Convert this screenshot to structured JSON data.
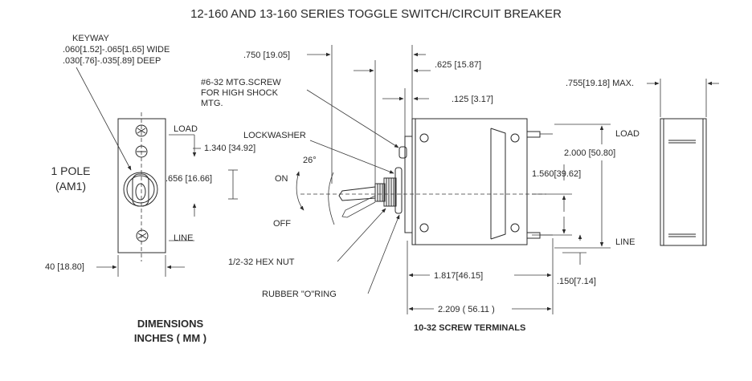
{
  "title": "12-160 AND 13-160 SERIES TOGGLE SWITCH/CIRCUIT BREAKER",
  "front": {
    "keyway": [
      "KEYWAY",
      ".060[1.52]-.065[1.65] WIDE",
      ".030[.76]-.035[.89] DEEP"
    ],
    "load": "LOAD",
    "line": "LINE",
    "dim_1340": "1.340 [34.92]",
    "dim_656": ".656 [16.66]",
    "pole": [
      "1 POLE",
      "(AM1)"
    ],
    "dim_width": "40 [18.80]"
  },
  "side": {
    "dim_750": ".750 [19.05]",
    "mtg_screw": [
      "#6-32 MTG.SCREW",
      "FOR HIGH SHOCK",
      "MTG."
    ],
    "dim_625": ".625 [15.87]",
    "dim_125": ".125 [3.17]",
    "lockwasher": "LOCKWASHER",
    "angle": "26°",
    "on": "ON",
    "off": "OFF",
    "hex_nut": "1/2-32 HEX NUT",
    "o_ring": "RUBBER \"O\"RING",
    "dim_1817": "1.817[46.15]",
    "dim_2209": "2.209  ( 56.11 )",
    "terminals": "10-32  SCREW  TERMINALS",
    "dim_2000": "2.000 [50.80]",
    "dim_1560": "1.560[39.62]",
    "dim_150": ".150[7.14]",
    "load": "LOAD",
    "line": "LINE"
  },
  "end": {
    "dim_755": ".755[19.18] MAX."
  },
  "units": [
    "DIMENSIONS",
    "INCHES  ( MM )"
  ]
}
